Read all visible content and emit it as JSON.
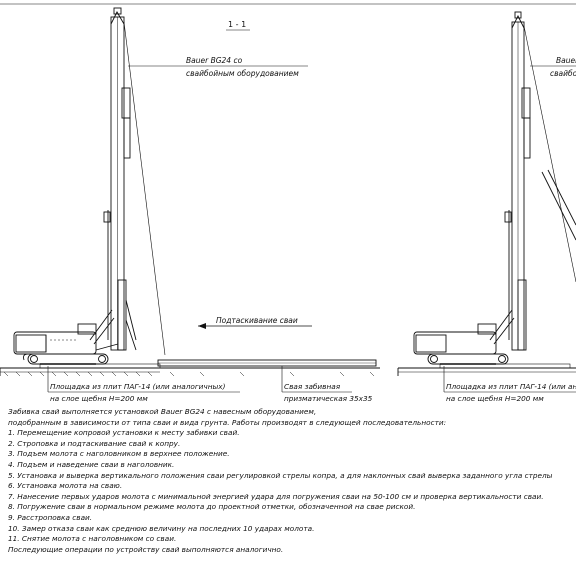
{
  "drawing": {
    "section_label": "1 - 1",
    "rig_callout_line1": "Bauer BG24 со",
    "rig_callout_line2": "свайбойным оборудованием",
    "rig_callout_right_line1": "Bauer",
    "rig_callout_right_line2": "свайбо",
    "pulling_label": "Подтаскивание сваи",
    "platform_line1": "Площадка из плит ПАГ-14 (или аналогичных)",
    "platform_line2": "на слое щебня Н=200 мм",
    "platform_right_line1": "Площадка из плит ПАГ-14 (или ан",
    "platform_right_line2": "на слое щебня Н=200 мм",
    "pile_line1": "Свая забивная",
    "pile_line2": "призматическая 35х35"
  },
  "notes": [
    "Забивка свай выполняется установкой Bauer BG24 с навесным оборудованием,",
    "подобранным в зависимости от типа сваи и вида грунта. Работы производят в следующей последовательности:",
    "1. Перемещение копровой установки к месту забивки свай.",
    "2. Строповка и подтаскивание свай к копру.",
    "3. Подъем молота с наголовником в верхнее положение.",
    "4. Подъем и наведение сваи в наголовник.",
    "5. Установка и выверка вертикального положения сваи регулировкой стрелы копра, а для наклонных свай выверка заданного угла стрелы",
    "6. Установка молота на сваю.",
    "7. Нанесение первых ударов молота с минимальной энергией удара для погружения сваи на 50-100 см и проверка вертикальности сваи.",
    "8. Погружение сваи в нормальном режиме молота до проектной отметки, обозначенной на свае риской.",
    "9. Расстроповка сваи.",
    "10. Замер отказа сваи как среднюю величину на последних 10 ударах молота.",
    "11. Снятие молота с наголовником со сваи.",
    "Последующие операции по устройству свай выполняются аналогично."
  ]
}
